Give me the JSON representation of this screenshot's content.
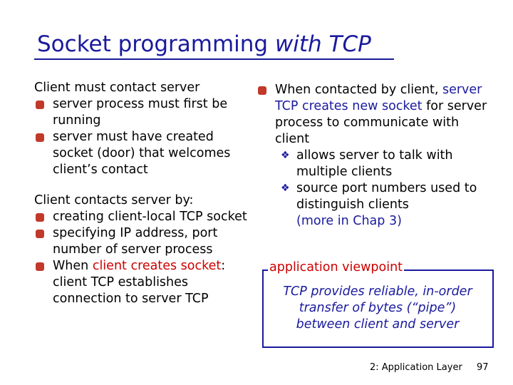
{
  "slide": {
    "title_plain": "Socket programming ",
    "title_italic": "with TCP",
    "left": {
      "heading1": "Client must contact server",
      "bullets1": [
        "server process must first be running",
        "server must have created socket (door) that welcomes client’s contact"
      ],
      "heading2": "Client contacts server by:",
      "bullets2": [
        "creating client-local TCP socket",
        "specifying IP address, port number of server process"
      ],
      "bullet3_prefix": "When ",
      "bullet3_red": "client creates socket",
      "bullet3_suffix": ": client TCP establishes connection to server TCP"
    },
    "right": {
      "bullet_intro": "When contacted by client, ",
      "bullet_blue": "server TCP creates new socket",
      "bullet_mid": " for server process to communicate with client",
      "sub_bullets": [
        "allows server to talk with multiple clients",
        "source port numbers used to distinguish clients"
      ],
      "note": "(more in Chap 3)"
    },
    "viewpoint": {
      "label": "application viewpoint",
      "text": "TCP provides reliable, in-order transfer of bytes (“pipe”) between client and server"
    },
    "footer": {
      "label": "2: Application Layer",
      "page": "97"
    }
  }
}
